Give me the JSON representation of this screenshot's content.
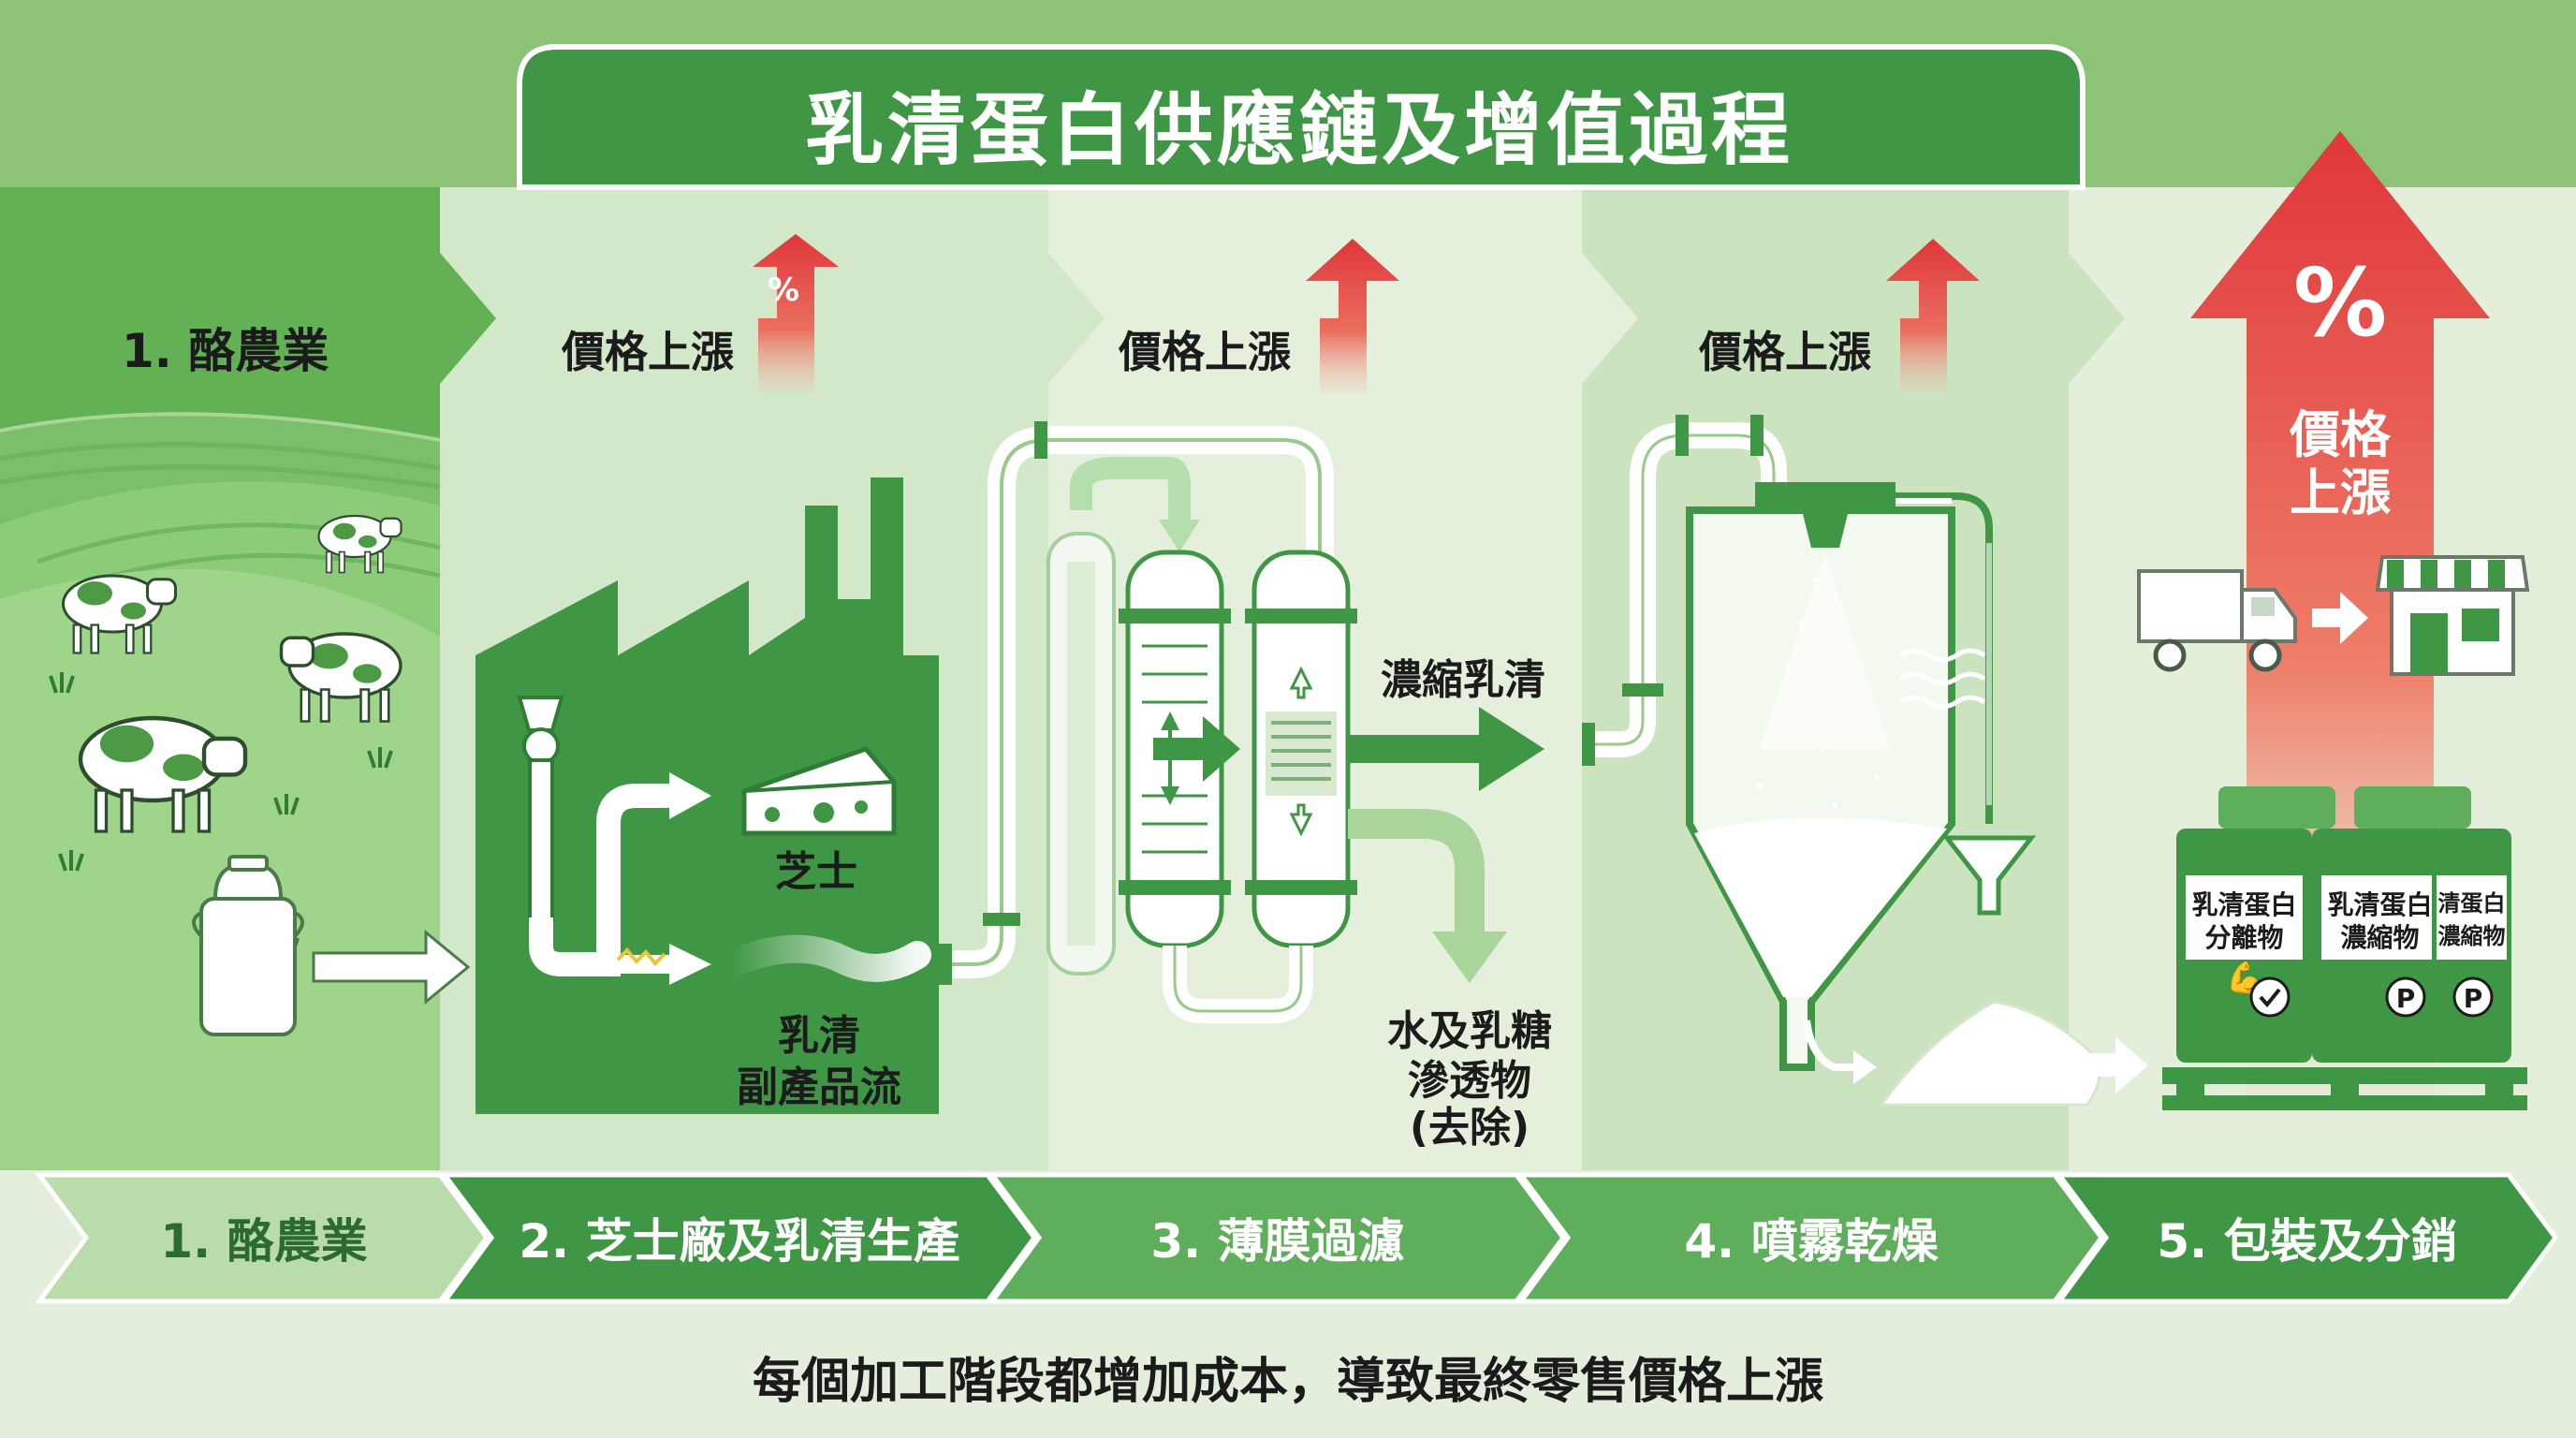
{
  "title": "乳清蛋白供應鏈及增值過程",
  "stage_headers": {
    "dairy": "1. 酪農業",
    "price_up_1": "價格上漲",
    "price_up_2": "價格上漲",
    "price_up_3": "價格上漲",
    "price_up_final": "價格上漲"
  },
  "labels": {
    "cheese": "芝士",
    "whey_stream_line1": "乳清",
    "whey_stream_line2": "副產品流",
    "concentrated_whey": "濃縮乳清",
    "permeate_line1": "水及乳糖",
    "permeate_line2": "滲透物",
    "permeate_line3": "(去除)",
    "percent_symbol": "%",
    "final_price_line1": "價格",
    "final_price_line2": "上漲"
  },
  "products": [
    {
      "line1": "乳清蛋白",
      "line2": "分離物"
    },
    {
      "line1": "乳清蛋白",
      "line2": "濃縮物"
    },
    {
      "line1": "清蛋白",
      "line2": "濃縮物"
    }
  ],
  "stages": [
    {
      "label": "1. 酪農業"
    },
    {
      "label": "2. 芝士廠及乳清生產"
    },
    {
      "label": "3. 薄膜過濾"
    },
    {
      "label": "4. 噴霧乾燥"
    },
    {
      "label": "5. 包裝及分銷"
    }
  ],
  "footer": "每個加工階段都增加成本，導致最終零售價格上漲",
  "colors": {
    "dark_green": "#3f9645",
    "mid_green": "#5fae5c",
    "light_green": "#d5e9cc",
    "pale_green": "#e5f0de",
    "red": "#e0363a"
  }
}
